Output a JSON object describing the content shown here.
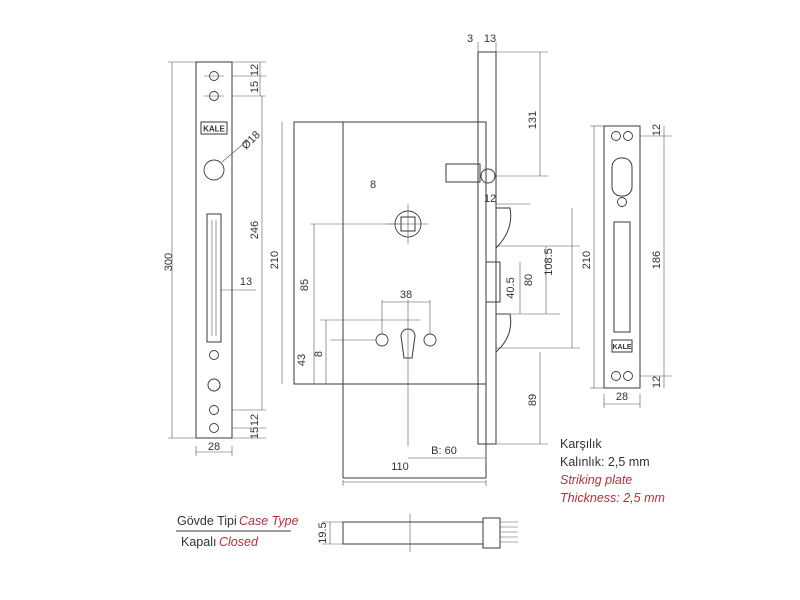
{
  "front_plate": {
    "height_dim": "300",
    "width_dim": "28",
    "hole_dim_top_a": "12",
    "hole_dim_top_b": "15",
    "hole_dim_bottom_a": "12",
    "hole_dim_bottom_b": "15",
    "diameter_dim": "Ø18",
    "inner_height_dim": "246",
    "slot_width_dim": "13",
    "logo_text": "KALE"
  },
  "case_view": {
    "top_dim_a": "3",
    "top_dim_b": "13",
    "forend_dim": "131",
    "square_dim": "8",
    "latch_dim": "12",
    "case_height_dim": "210",
    "spindle_to_key_dim": "85",
    "key_to_bottom_dim": "43",
    "key_offset_dim": "8",
    "key_width_dim": "38",
    "bolt_dim_a": "40.5",
    "bolt_dim_b": "80",
    "bolt_dim_c": "108.5",
    "bottom_dim": "89",
    "backset_dim": "B: 60",
    "case_width_dim": "110"
  },
  "strike_plate": {
    "height_outer_dim": "210",
    "height_inner_dim": "186",
    "top_dim": "12",
    "bottom_dim": "12",
    "width_dim": "28",
    "logo_text": "KALE"
  },
  "notes": {
    "title_tr": "Karşılık",
    "thickness_tr": "Kalınlık: 2,5 mm",
    "title_en": "Striking plate",
    "thickness_en": "Thickness: 2,5 mm"
  },
  "side_view": {
    "thickness_dim": "19.5"
  },
  "legend": {
    "case_type_tr": "Gövde Tipi",
    "case_type_en": "Case Type",
    "closed_tr": "Kapalı",
    "closed_en": "Closed"
  },
  "colors": {
    "line": "#3a3a3a",
    "accent_red": "#b5313a"
  }
}
